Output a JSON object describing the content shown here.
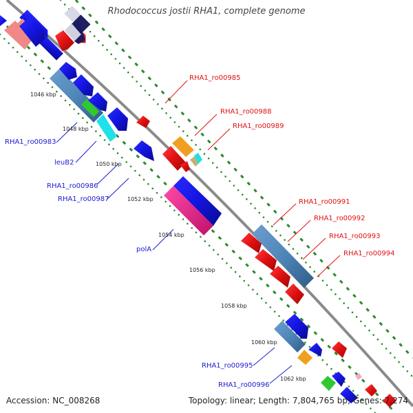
{
  "title": "Rhodococcus jostii RHA1, complete genome",
  "footer": {
    "accession": "Accession: NC_008268",
    "topology": "Topology: linear; Length: 7,804,765 bp; Genes: 7,274"
  },
  "ticks": [
    "1046 kbp",
    "1048 kbp",
    "1050 kbp",
    "1052 kbp",
    "1054 kbp",
    "1056 kbp",
    "1058 kbp",
    "1060 kbp",
    "1062 kbp"
  ],
  "labels": {
    "blue": [
      "RHA1_ro00983",
      "leuB2",
      "RHA1_ro00986",
      "RHA1_ro00987",
      "polA",
      "RHA1_ro00995",
      "RHA1_ro00996"
    ],
    "red": [
      "RHA1_ro00985",
      "RHA1_ro00988",
      "RHA1_ro00989",
      "RHA1_ro00991",
      "RHA1_ro00992",
      "RHA1_ro00993",
      "RHA1_ro00994"
    ]
  },
  "colors": {
    "backbone": "#8a8a8a",
    "dots": "#2a8a2a",
    "dashes": "#2a8a2a",
    "blue": "#1a1ad0",
    "steelblue": "#4f86b8",
    "red": "#e01010",
    "orange": "#f0a020",
    "cyan": "#20e0e8",
    "green": "#30c830",
    "pink": "#f0208c",
    "salmon": "#f08888"
  }
}
